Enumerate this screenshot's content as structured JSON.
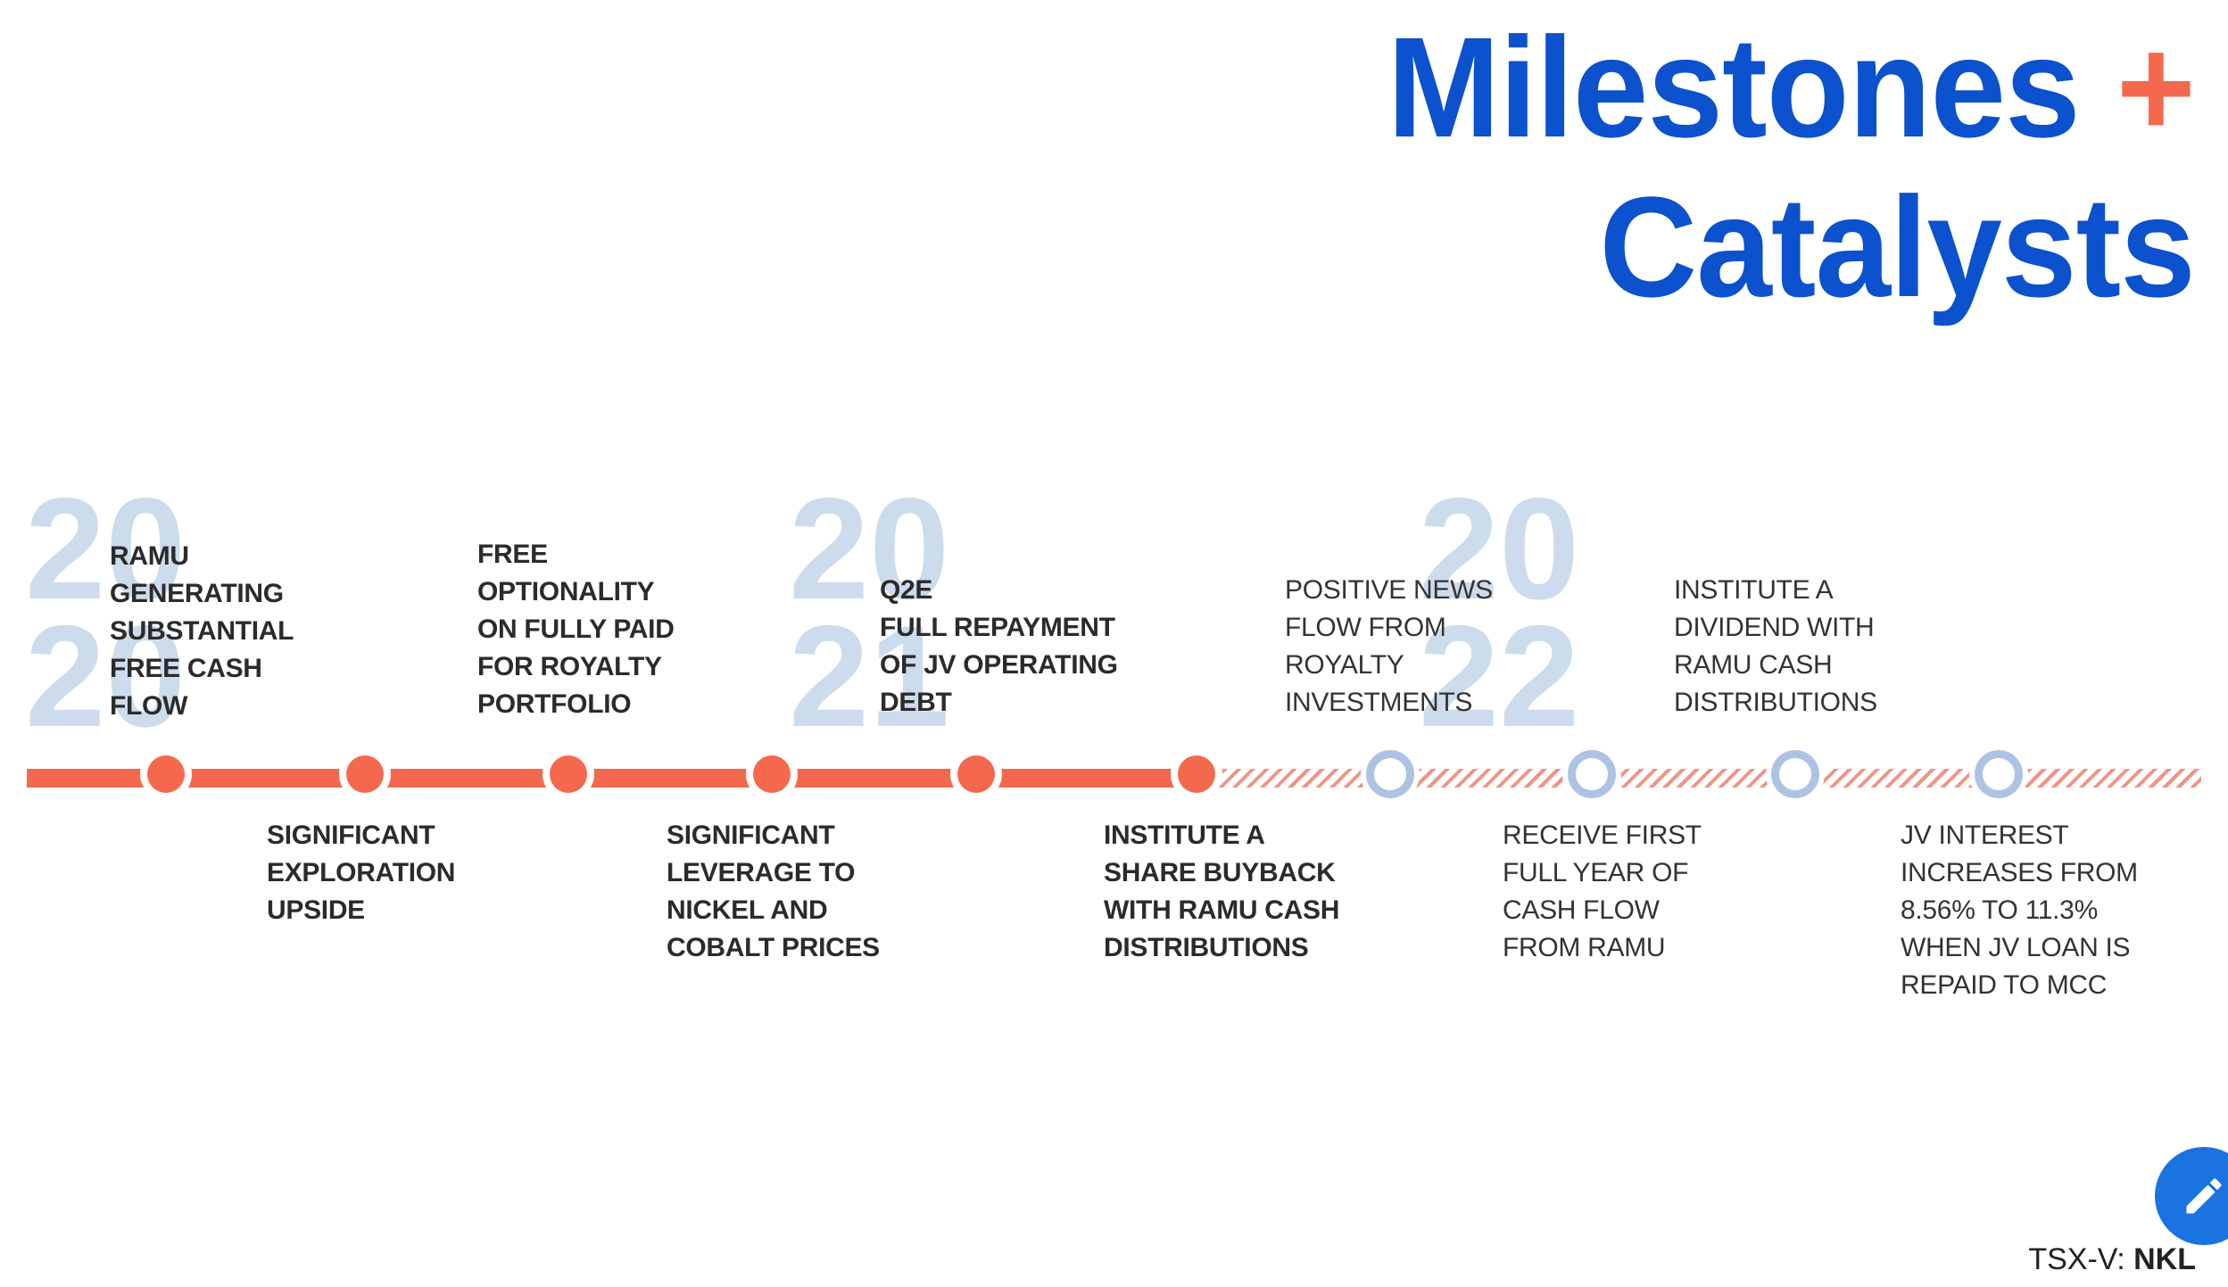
{
  "title": {
    "line1": "Milestones",
    "plus": "+",
    "line2": "Catalysts"
  },
  "colors": {
    "title_blue": "#0c51cd",
    "accent_orange": "#f4694d",
    "hatch_stripe": "#f09489",
    "year_watermark": "#cddcec",
    "future_ring": "#aec3e3",
    "text_dark": "#2b2b2b",
    "edit_button_blue": "#1a73e0"
  },
  "timeline": {
    "years": [
      {
        "label": "20\n20"
      },
      {
        "label": "20\n21"
      },
      {
        "label": "20\n22"
      }
    ],
    "milestones": [
      {
        "text": "RAMU\nGENERATING\nSUBSTANTIAL\nFREE CASH\nFLOW",
        "position": "above",
        "status": "done"
      },
      {
        "text": "SIGNIFICANT\nEXPLORATION\nUPSIDE",
        "position": "below",
        "status": "done"
      },
      {
        "text": "FREE\nOPTIONALITY\nON FULLY PAID\nFOR ROYALTY\nPORTFOLIO",
        "position": "above",
        "status": "done"
      },
      {
        "text": "SIGNIFICANT\nLEVERAGE TO\nNICKEL AND\nCOBALT PRICES",
        "position": "below",
        "status": "done"
      },
      {
        "text": "Q2E\nFULL REPAYMENT\nOF JV OPERATING\nDEBT",
        "position": "above",
        "status": "done"
      },
      {
        "text": "INSTITUTE A\nSHARE BUYBACK\nWITH RAMU CASH\nDISTRIBUTIONS",
        "position": "below",
        "status": "done"
      },
      {
        "text": "POSITIVE NEWS\nFLOW FROM\nROYALTY\nINVESTMENTS",
        "position": "above",
        "status": "future"
      },
      {
        "text": "RECEIVE FIRST\nFULL YEAR OF\nCASH FLOW\nFROM RAMU",
        "position": "below",
        "status": "future"
      },
      {
        "text": "INSTITUTE A\nDIVIDEND WITH\nRAMU CASH\nDISTRIBUTIONS",
        "position": "above",
        "status": "future"
      },
      {
        "text": "JV INTEREST\nINCREASES FROM\n8.56% TO 11.3%\nWHEN JV LOAN IS\nREPAID TO MCC",
        "position": "below",
        "status": "future"
      }
    ]
  },
  "footer": {
    "ticker_label": "TSX-V: ",
    "ticker_symbol": "NKL",
    "edit_icon": "pencil-icon"
  }
}
